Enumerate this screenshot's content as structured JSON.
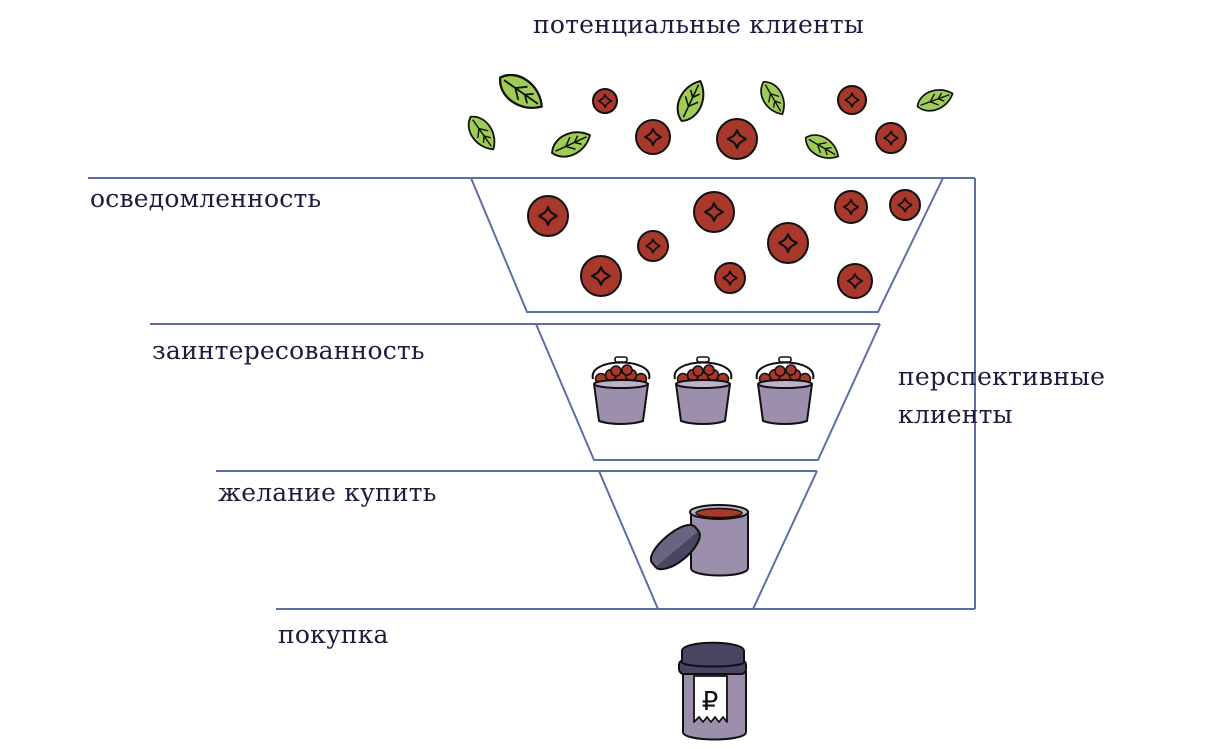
{
  "labels": {
    "potential_clients": "потенциальные клиенты",
    "awareness": "осведомленность",
    "interest": "заинтересованность",
    "desire": "желание купить",
    "purchase": "покупка",
    "prospective_line1": "перспективные",
    "prospective_line2": "клиенты"
  },
  "receipt_symbol": "₽",
  "colors": {
    "line": "#5e6ea6",
    "text": "#1f1b3d",
    "leaf": "#9fcc55",
    "berry": "#a8372c",
    "bucket": "#9b8fab",
    "jar_lid": "#4a4560",
    "outline": "#111111"
  }
}
